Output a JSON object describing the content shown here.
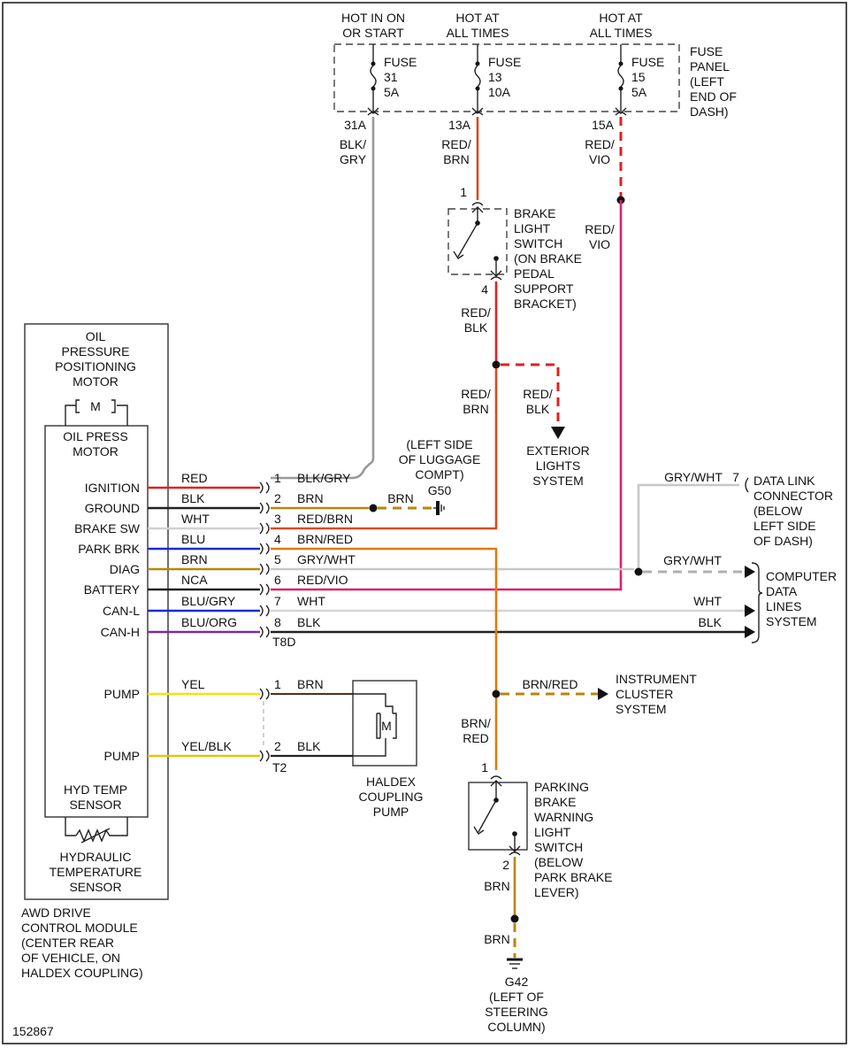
{
  "diagram_id": "152867",
  "colors": {
    "red": "#e02020",
    "blk": "#222222",
    "wht": "#d0d0d0",
    "blu": "#1a2bd0",
    "brn": "#b8860b",
    "yel": "#f2e600",
    "org": "#e06a10",
    "pink": "#e0206a",
    "gry": "#9a9a9a",
    "vio": "#7a2aa0",
    "redbrn": "#d94a1a"
  },
  "fuse_panel": {
    "label": [
      "FUSE",
      "PANEL",
      "(LEFT",
      "END OF",
      "DASH)"
    ],
    "sources": [
      {
        "label": [
          "HOT IN ON",
          "OR START"
        ],
        "fuse": [
          "FUSE",
          "31",
          "5A"
        ],
        "terminal": "31A",
        "wire": [
          "BLK/",
          "GRY"
        ]
      },
      {
        "label": [
          "HOT AT",
          "ALL TIMES"
        ],
        "fuse": [
          "FUSE",
          "13",
          "10A"
        ],
        "terminal": "13A",
        "wire": [
          "RED/",
          "BRN"
        ]
      },
      {
        "label": [
          "HOT AT",
          "ALL TIMES"
        ],
        "fuse": [
          "FUSE",
          "15",
          "5A"
        ],
        "terminal": "15A",
        "wire": [
          "RED/",
          "VIO"
        ]
      }
    ]
  },
  "fuse15_wire_lower": [
    "RED/",
    "VIO"
  ],
  "brake_switch": {
    "label": [
      "BRAKE",
      "LIGHT",
      "SWITCH",
      "(ON BRAKE",
      "PEDAL",
      "SUPPORT",
      "BRACKET)"
    ],
    "pin_top": "1",
    "pin_bottom": "4",
    "wire_out": [
      "RED/",
      "BLK"
    ],
    "branch_wire": [
      "RED/",
      "BLK"
    ],
    "down_wire": [
      "RED/",
      "BRN"
    ],
    "exterior": [
      "EXTERIOR",
      "LIGHTS",
      "SYSTEM"
    ]
  },
  "oil_motor": {
    "outer_label": [
      "OIL",
      "PRESSURE",
      "POSITIONING",
      "MOTOR"
    ],
    "motor_symbol": "M",
    "inner_label": [
      "OIL PRESS",
      "MOTOR"
    ]
  },
  "module": {
    "pins": [
      {
        "name": "IGNITION",
        "wire": "RED",
        "num": "1",
        "out": "BLK/GRY"
      },
      {
        "name": "GROUND",
        "wire": "BLK",
        "num": "2",
        "out": "BRN"
      },
      {
        "name": "BRAKE SW",
        "wire": "WHT",
        "num": "3",
        "out": "RED/BRN"
      },
      {
        "name": "PARK BRK",
        "wire": "BLU",
        "num": "4",
        "out": "BRN/RED"
      },
      {
        "name": "DIAG",
        "wire": "BRN",
        "num": "5",
        "out": "GRY/WHT"
      },
      {
        "name": "BATTERY",
        "wire": "NCA",
        "num": "6",
        "out": "RED/VIO"
      },
      {
        "name": "CAN-L",
        "wire": "BLU/GRY",
        "num": "7",
        "out": "WHT"
      },
      {
        "name": "CAN-H",
        "wire": "BLU/ORG",
        "num": "8",
        "out": "BLK"
      }
    ],
    "connector": "T8D",
    "pump_pins": [
      {
        "name": "PUMP",
        "wire": "YEL",
        "num": "1",
        "out": "BRN"
      },
      {
        "name": "PUMP",
        "wire": "YEL/BLK",
        "num": "2",
        "out": "BLK"
      }
    ],
    "pump_connector": "T2",
    "hyd_inner": [
      "HYD TEMP",
      "SENSOR"
    ],
    "hyd_outer": [
      "HYDRAULIC",
      "TEMPERATURE",
      "SENSOR"
    ],
    "caption": [
      "AWD DRIVE",
      "CONTROL MODULE",
      "(CENTER REAR",
      "OF VEHICLE, ON",
      "HALDEX COUPLING)"
    ]
  },
  "ground_g50": {
    "label": [
      "(LEFT SIDE",
      "OF LUGGAGE",
      "COMPT)"
    ],
    "name": "G50",
    "wire": "BRN"
  },
  "dlc": {
    "wire": "GRY/WHT",
    "pin": "7",
    "label": [
      "DATA LINK",
      "CONNECTOR",
      "(BELOW",
      "LEFT SIDE",
      "OF DASH)"
    ]
  },
  "computer": {
    "wires": [
      "GRY/WHT",
      "WHT",
      "BLK"
    ],
    "label": [
      "COMPUTER",
      "DATA",
      "LINES",
      "SYSTEM"
    ]
  },
  "haldex": {
    "symbol": "M",
    "label": [
      "HALDEX",
      "COUPLING",
      "PUMP"
    ]
  },
  "instrument": {
    "wire": "BRN/RED",
    "label": [
      "INSTRUMENT",
      "CLUSTER",
      "SYSTEM"
    ]
  },
  "park_switch": {
    "wire_in": [
      "BRN/",
      "RED"
    ],
    "pin_top": "1",
    "pin_bottom": "2",
    "label": [
      "PARKING",
      "BRAKE",
      "WARNING",
      "LIGHT",
      "SWITCH",
      "(BELOW",
      "PARK BRAKE",
      "LEVER)"
    ],
    "wire_out": "BRN",
    "wire_out2": "BRN"
  },
  "ground_g42": {
    "name": "G42",
    "label": [
      "(LEFT OF",
      "STEERING",
      "COLUMN)"
    ]
  }
}
